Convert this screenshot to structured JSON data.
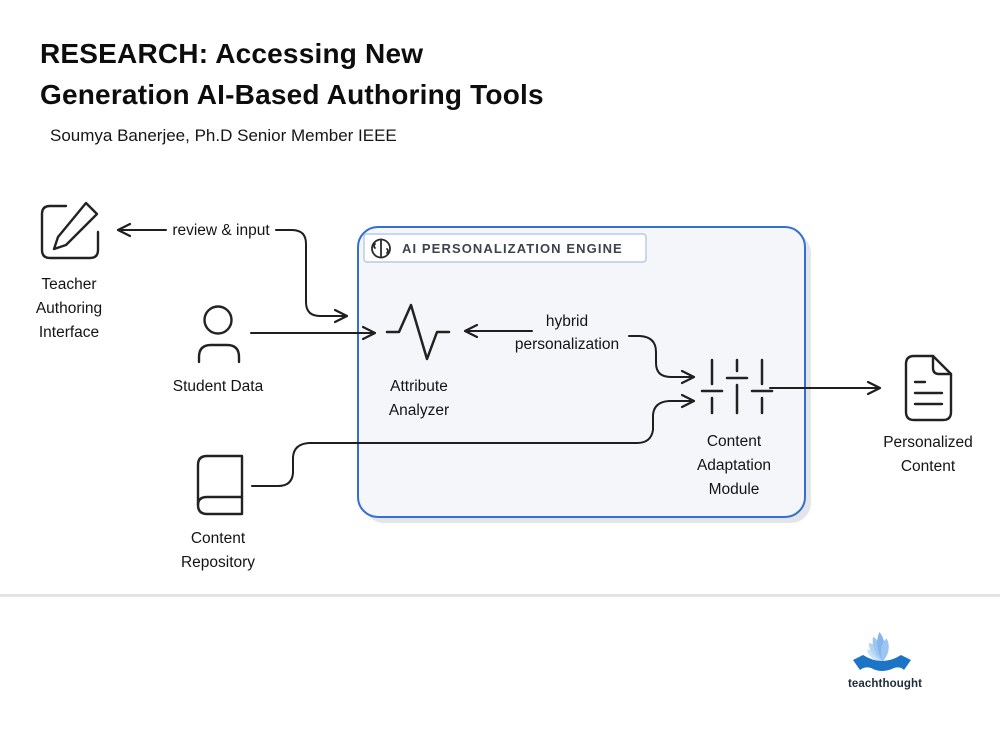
{
  "slide": {
    "title_lines": [
      "RESEARCH: Accessing New",
      "Generation AI-Based Authoring Tools"
    ],
    "subtitle": "Soumya Banerjee, Ph.D Senior Member IEEE"
  },
  "diagram": {
    "engine_label": "AI PERSONALIZATION ENGINE",
    "engine_border_color": "#3470d4",
    "engine_fill_color": "#f4f6fa",
    "stroke_color": "#1f1f1f",
    "edge_labels": {
      "review_input": "review & input",
      "hybrid": [
        "hybrid",
        "personalization"
      ]
    },
    "nodes": {
      "teacher": {
        "icon": "edit-icon",
        "lines": [
          "Teacher",
          "Authoring",
          "Interface"
        ]
      },
      "student": {
        "icon": "user-icon",
        "lines": [
          "Student Data"
        ]
      },
      "repository": {
        "icon": "book-icon",
        "lines": [
          "Content",
          "Repository"
        ]
      },
      "analyzer": {
        "icon": "activity-icon",
        "lines": [
          "Attribute",
          "Analyzer"
        ]
      },
      "adaptation": {
        "icon": "sliders-icon",
        "lines": [
          "Content",
          "Adaptation",
          "Module"
        ]
      },
      "output": {
        "icon": "file-text-icon",
        "lines": [
          "Personalized",
          "Content"
        ]
      }
    }
  },
  "footer": {
    "brand": "teachthought",
    "brand_color": "#1d2b3a",
    "logo_blue": "#1c74c6",
    "logo_light_blue": "#a9cdf1"
  }
}
